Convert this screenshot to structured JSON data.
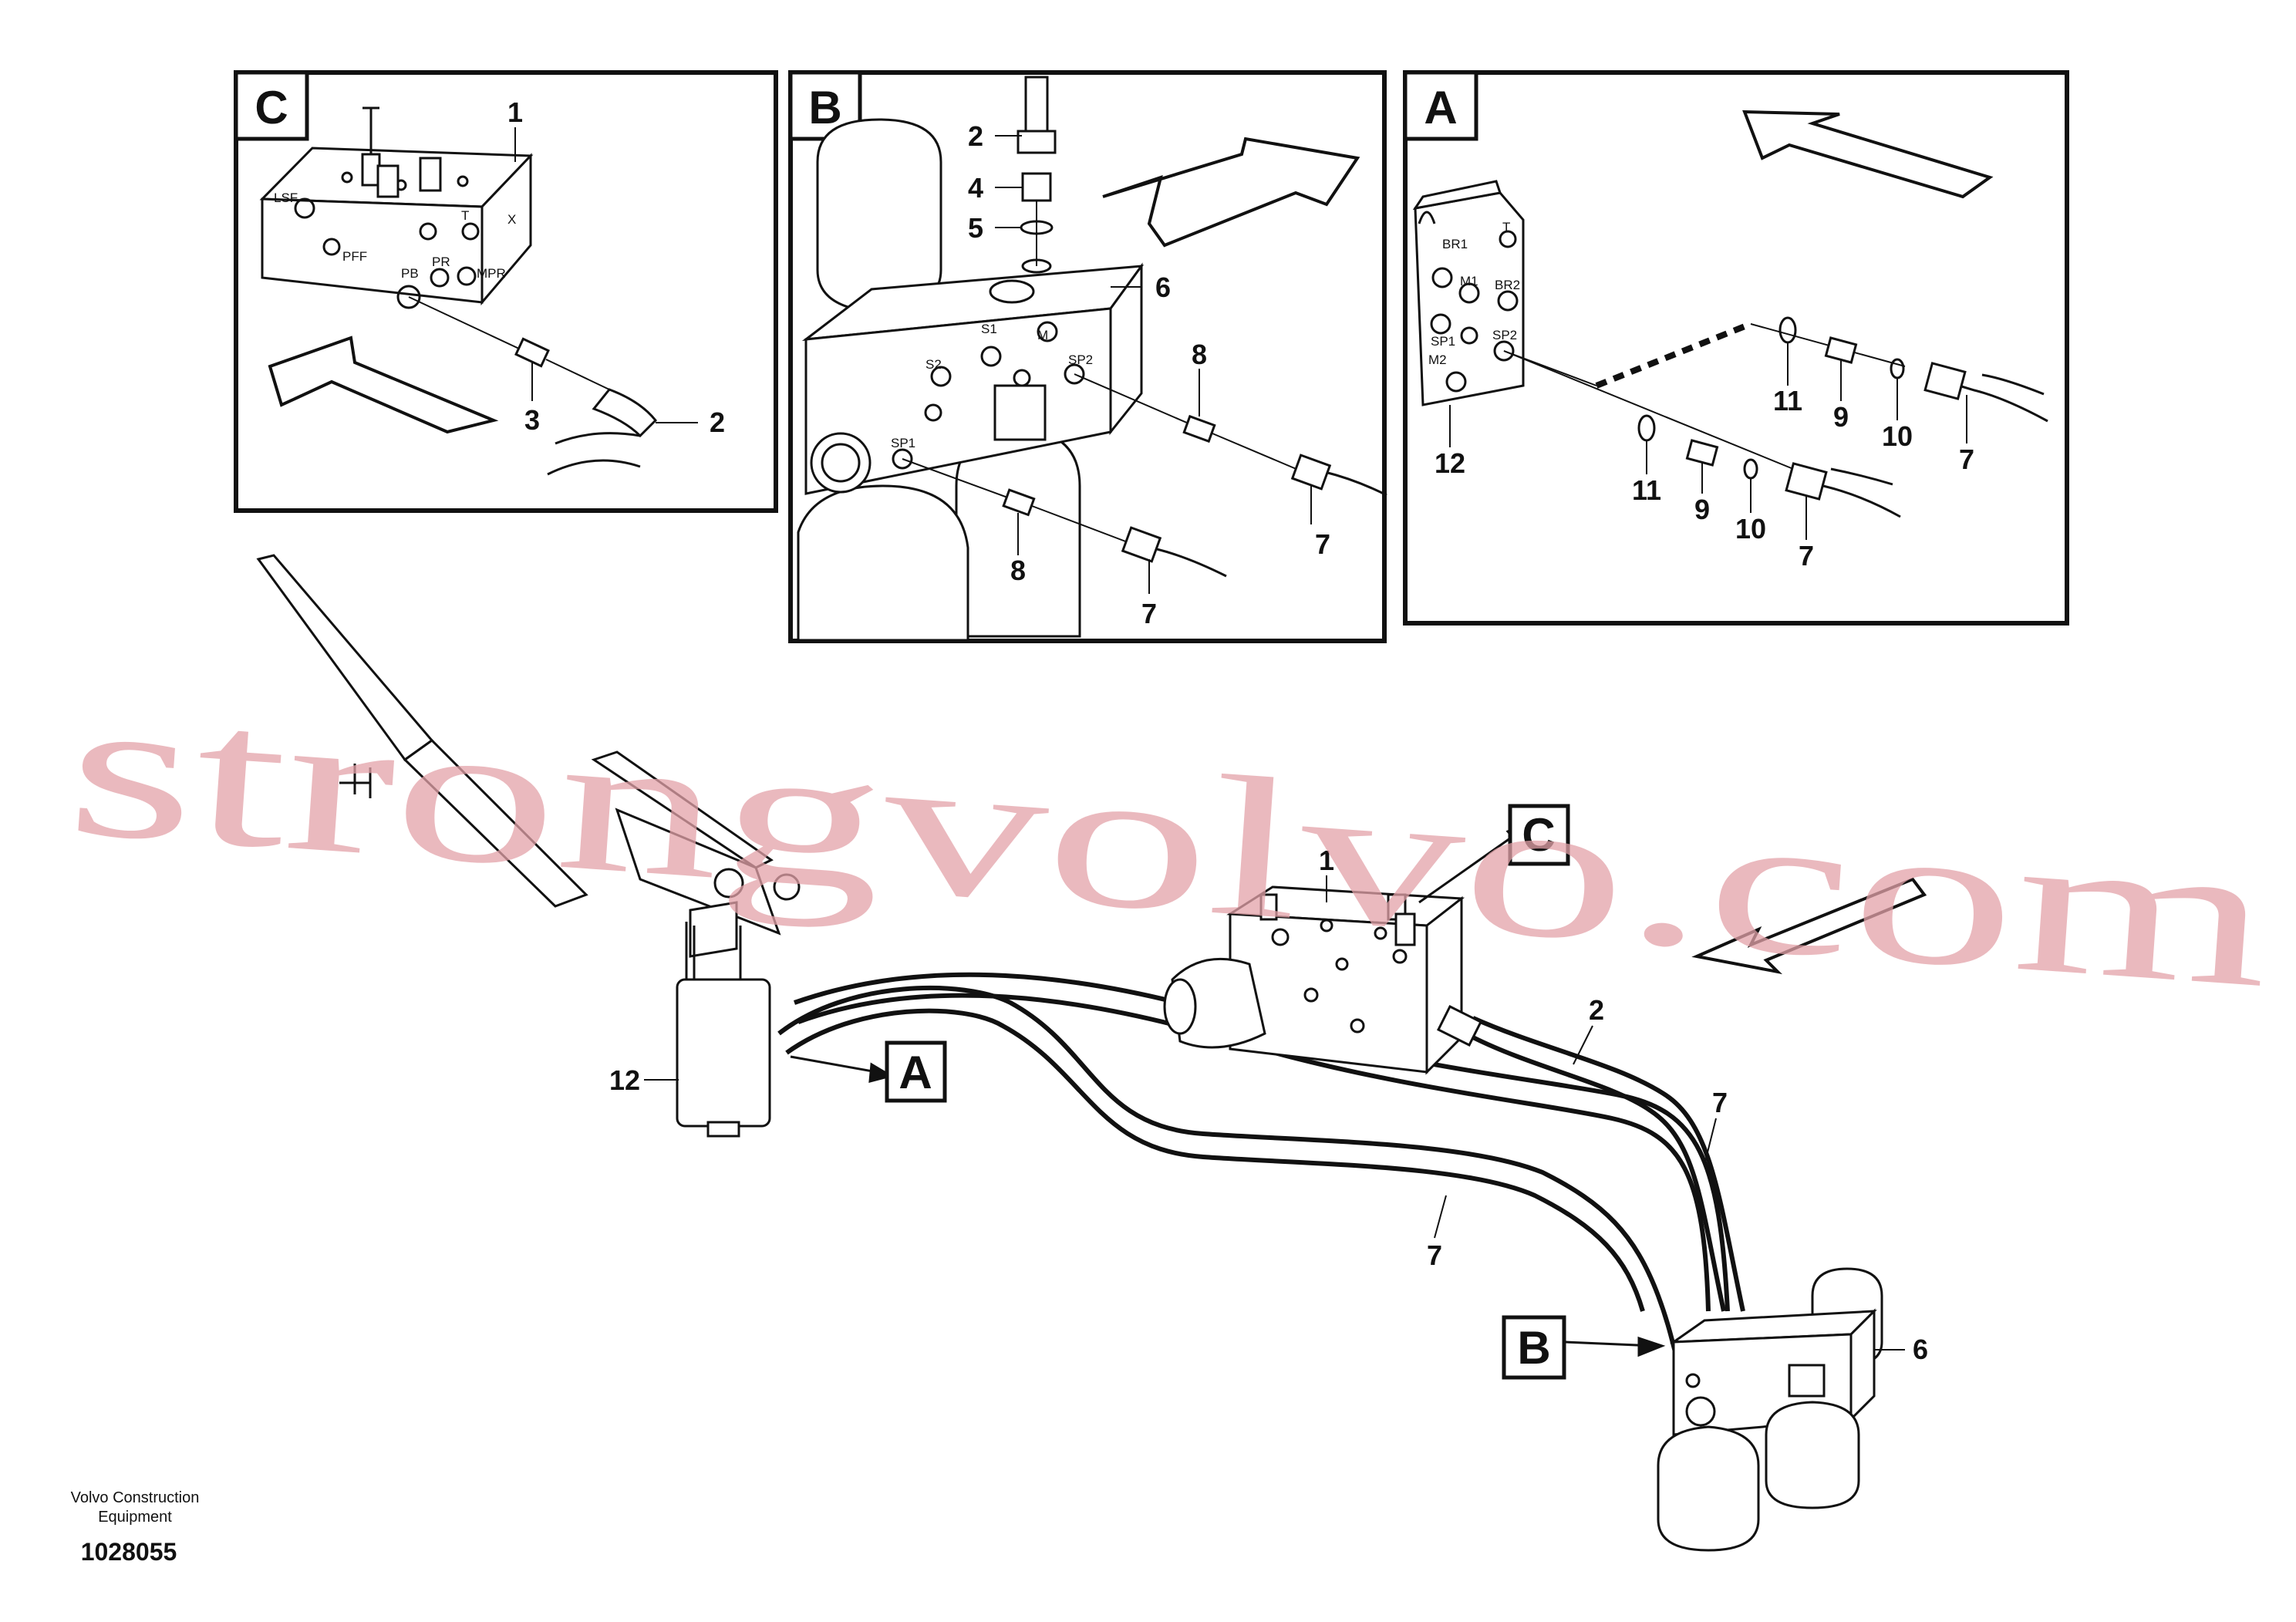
{
  "panels": {
    "c": {
      "letter": "C",
      "ports": [
        "LSF",
        "PFF",
        "T",
        "X",
        "PB",
        "PR",
        "MPR"
      ],
      "callouts": [
        "1",
        "3",
        "2"
      ]
    },
    "b": {
      "letter": "B",
      "ports": [
        "S1",
        "S2",
        "M",
        "SP2",
        "SP1"
      ],
      "callouts": [
        "2",
        "4",
        "5",
        "6",
        "8",
        "8",
        "7",
        "7"
      ]
    },
    "a": {
      "letter": "A",
      "ports": [
        "BR1",
        "T",
        "M1",
        "BR2",
        "SP1",
        "SP2",
        "M2"
      ],
      "callouts": [
        "11",
        "9",
        "10",
        "7",
        "12",
        "11",
        "9",
        "10",
        "7"
      ]
    }
  },
  "main": {
    "callouts": [
      "1",
      "2",
      "7",
      "7",
      "12",
      "6"
    ],
    "refs": [
      "C",
      "A",
      "B"
    ]
  },
  "watermark": "strongvolvo.com",
  "footer": {
    "company_line1": "Volvo Construction",
    "company_line2": "Equipment",
    "number": "1028055"
  },
  "colors": {
    "ink": "#111111",
    "watermark": "#e3a2a8",
    "background": "#ffffff"
  }
}
